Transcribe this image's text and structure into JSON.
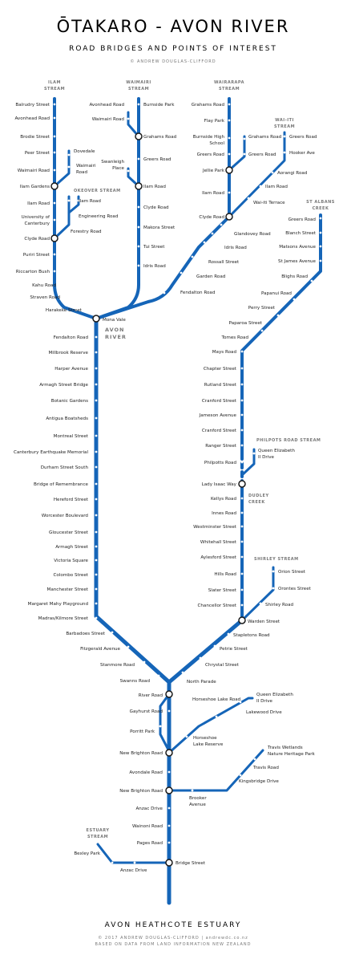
{
  "header": {
    "title": "ŌTAKARO - AVON RIVER",
    "subtitle": "ROAD BRIDGES AND POINTS OF INTEREST",
    "credit": "© ANDREW DOUGLAS-CLIFFORD"
  },
  "footer": {
    "title": "AVON HEATHCOTE ESTUARY",
    "credit_line1": "© 2017 ANDREW DOUGLAS-CLIFFORD | andrewdc.co.nz",
    "credit_line2": "BASED ON DATA FROM LAND INFORMATION NEW ZEALAND"
  },
  "colors": {
    "river": "#1565b8",
    "text": "#1a1a1a",
    "stream_label": "#777777"
  },
  "streams": {
    "ilam": {
      "name": [
        "ILAM",
        "STREAM"
      ]
    },
    "wairarapa": {
      "name": [
        "WAIRARAPA",
        "STREAM"
      ]
    },
    "okeover": {
      "name": "OKEOVER STREAM"
    },
    "waimairi": {
      "name": [
        "WAIMAIRI",
        "STREAM"
      ]
    },
    "waiiti": {
      "name": [
        "WAI-ITI",
        "STREAM"
      ]
    },
    "st_albans": {
      "name": [
        "ST ALBANS",
        "CREEK"
      ]
    },
    "avon": {
      "name": [
        "AVON",
        "RIVER"
      ]
    },
    "philpotts": {
      "name": "PHILPOTS ROAD STREAM"
    },
    "dudley": {
      "name": [
        "DUDLEY",
        "CREEK"
      ]
    },
    "shirley": {
      "name": "SHIRLEY STREAM"
    },
    "estuary": {
      "name": [
        "ESTUARY",
        "STREAM"
      ]
    }
  },
  "labels": {
    "ilam": [
      "Balrudry Street",
      "Avonhead Road",
      "Brodie Street",
      "Peer Street",
      "Waimairi Road",
      "Ilam Gardens",
      "Ilam Road",
      "University of",
      "Canterbury",
      "Clyde Road",
      "Puriri Street",
      "Riccarton Bush",
      "Kahu Road",
      "Straven Road",
      "Harakeke Street"
    ],
    "okeover": [
      "Dovedale",
      "Waimairi",
      "Road",
      "Ilam Road",
      "Engineering Road",
      "Forestry Road"
    ],
    "waimairi": [
      "Avonhead Road",
      "Waimairi Road",
      "Swanleigh",
      "Place",
      "Burnside Park",
      "Grahams Road",
      "Greers Road",
      "Ilam Road",
      "Clyde Road",
      "Makora Street",
      "Tui Street",
      "Idris Road"
    ],
    "wairarapa": [
      "Grahams Road",
      "Flay Park",
      "Burnside High",
      "School",
      "Greers Road",
      "Jellie Park",
      "Ilam Road",
      "Clyde Road",
      "Grahams Road",
      "Greers Road",
      "Glandovey Road",
      "Idris Road",
      "Rossall Street",
      "Garden Road",
      "Fendalton Road",
      "Mona Vale"
    ],
    "waiiti": [
      "Greers Road",
      "Hooker Ave",
      "Aorangi Road",
      "Ilam Road",
      "Wai-iti Terrace"
    ],
    "st_albans": [
      "Greers Road",
      "Blanch Street",
      "Matsons Avenue",
      "St James Avenue",
      "Blighs Road",
      "Papanui Road",
      "Perry Street",
      "Paparoa Street",
      "Tomes Road",
      "Mays Road",
      "Chapter Street",
      "Rutland Street",
      "Cranford Street",
      "Jameson Avenue",
      "Cranford Street",
      "Ranger Street",
      "Philpotts Road",
      "Lady Isaac Way"
    ],
    "philpotts": [
      "Queen Elizabeth",
      "II Drive"
    ],
    "dudley": [
      "Kellys Road",
      "Innes Road",
      "Westminster Street",
      "Whitehall Street",
      "Aylesford Street",
      "Hills Road",
      "Slater Street",
      "Chancellor Street",
      "Warden Street",
      "Stapletons Road",
      "Petrie Street",
      "Chrystal Street",
      "North Parade"
    ],
    "shirley": [
      "Orion Street",
      "Orontes Street",
      "Shirley Road"
    ],
    "avon": [
      "Fendalton Road",
      "Millbrook Reserve",
      "Harper Avenue",
      "Armagh Street Bridge",
      "Botanic Gardens",
      "Antigua Boatsheds",
      "Montreal Street",
      "Canterbury Earthquake Memorial",
      "Durham Street South",
      "Bridge of Remembrance",
      "Hereford Street",
      "Worcester Boulevard",
      "Gloucester Street",
      "Armagh Street",
      "Victoria Square",
      "Colombo Street",
      "Manchester Street",
      "Margaret Mahy Playground",
      "Madras/Kilmore Street",
      "Barbadoes Street",
      "Fitzgerald Avenue",
      "Stanmore Road",
      "Swanns Road"
    ],
    "lower": [
      "River Road",
      "Gayhurst Road",
      "Porritt Park",
      "New Brighton Road",
      "Avondale Road",
      "New Brighton Road",
      "Anzac Drive",
      "Wainoni Road",
      "Pages Road",
      "Bridge Street",
      "Bexley Park",
      "Anzac Drive",
      "Horseshoe Lake Road",
      "Queen Elizabeth",
      "II Drive",
      "Lakewood Drive",
      "Horseshoe",
      "Lake Reserve",
      "Travis Wetlands",
      "Nature Heritage Park",
      "Travis Road",
      "Kingsbridge Drive",
      "Brooker",
      "Avenue"
    ]
  }
}
